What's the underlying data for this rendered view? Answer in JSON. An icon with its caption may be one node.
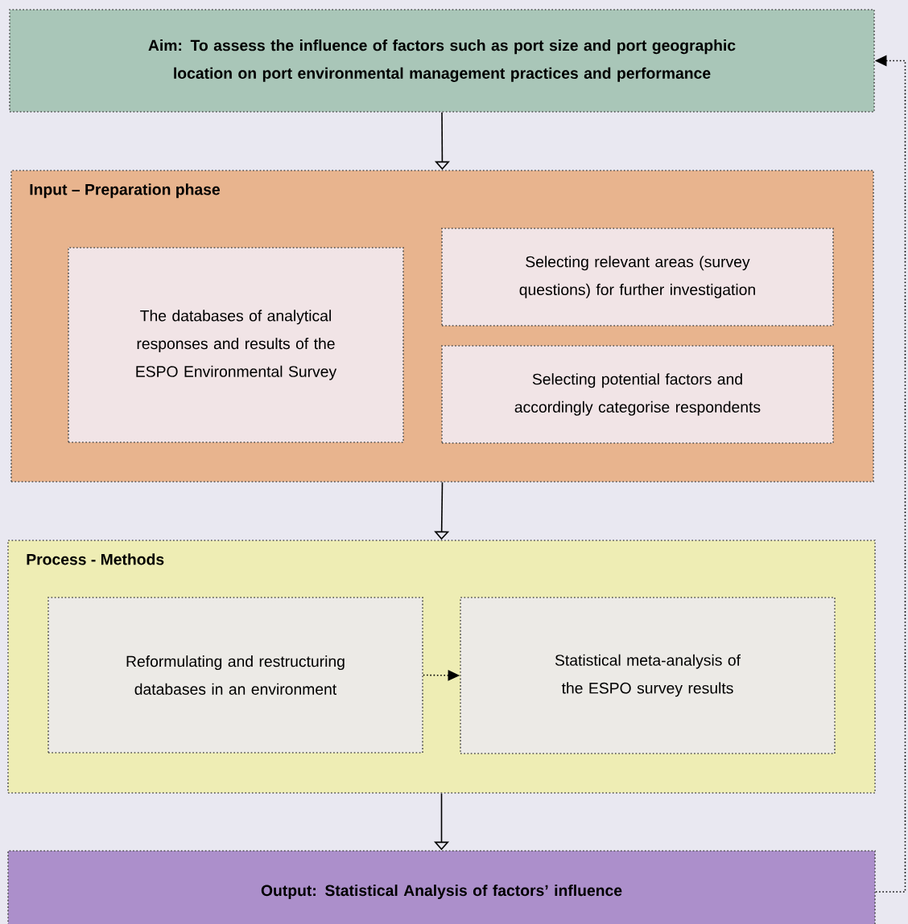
{
  "diagram": {
    "nodes": [
      {
        "text": [
          "Aim: To assess the influence of factors such as port size and port geographic location on port environmental management practices and performance"
        ]
      },
      {
        "text": [
          "Input – Preparation phase"
        ]
      },
      {
        "text": [
          "The databases of analytical responses and results of the ESPO Environmental Survey"
        ],
        "in": 1
      },
      {
        "text": [
          "Selecting relevant areas (survey questions) for further investigation"
        ],
        "in": 1
      },
      {
        "text": [
          "Selecting potential factors and accordingly categorise respondents"
        ],
        "in": 1
      },
      {
        "text": [
          "Process - Methods"
        ]
      },
      {
        "text": [
          "Reformulating and restructuring databases in an environment"
        ],
        "in": 5
      },
      {
        "text": [
          "Statistical meta-analysis of the ESPO survey results"
        ],
        "in": 5
      },
      {
        "text": [
          "Output: Statistical Analysis of factors’ influence"
        ]
      }
    ],
    "edges": [
      {
        "from": 0,
        "to": 1,
        "arrow": "to"
      },
      {
        "from": 1,
        "to": 5,
        "arrow": "to"
      },
      {
        "from": 5,
        "to": 8,
        "arrow": "to"
      },
      {
        "from": 6,
        "to": 7,
        "arrow": "to",
        "style": "dashed"
      },
      {
        "from": 8,
        "to": 0,
        "arrow": "to",
        "style": "dashed"
      }
    ]
  }
}
